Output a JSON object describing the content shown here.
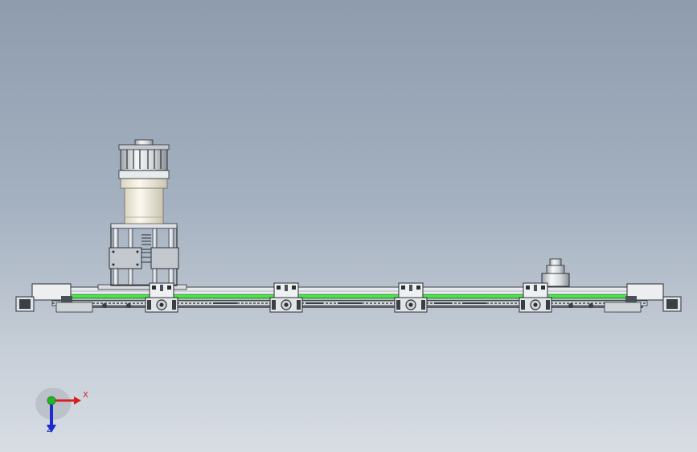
{
  "viewport": {
    "background_top": "#8e9cae",
    "background_bottom": "#d8dde3"
  },
  "model": {
    "belt_color": "#3dd43d",
    "frame_color": "#e6e9ec",
    "dark_color": "#2b2f34",
    "drive_module_count": 4
  },
  "triad": {
    "x_label": "X",
    "z_label": "Z",
    "x_color": "#d82020",
    "y_color": "#22b822",
    "z_color": "#1c2bd0"
  }
}
